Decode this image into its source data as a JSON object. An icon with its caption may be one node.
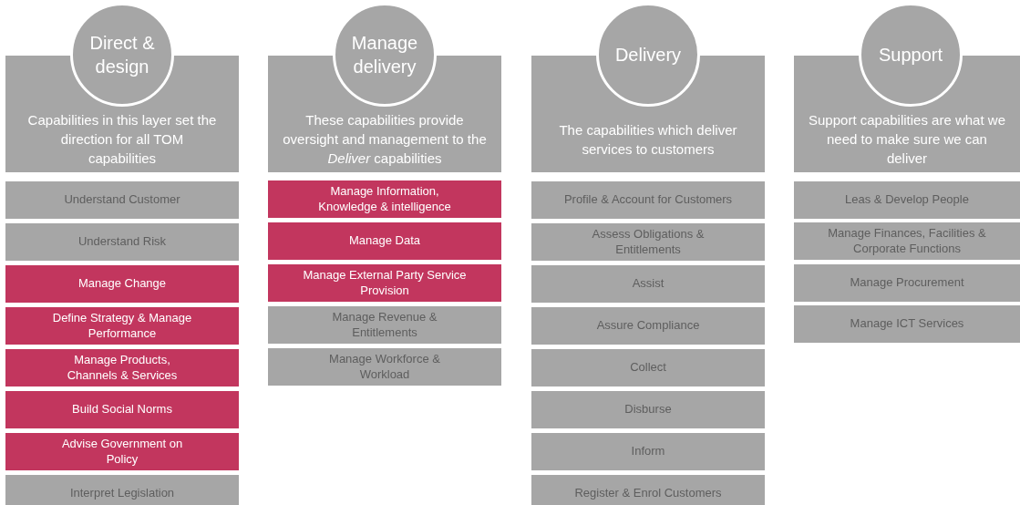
{
  "diagram": {
    "nodes": [
      {
        "text": [
          "Direct & design"
        ]
      },
      {
        "text": [
          "Capabilities in this layer set the direction for all TOM capabilities"
        ]
      },
      {
        "text": [
          "Understand Customer"
        ]
      },
      {
        "text": [
          "Understand Risk"
        ]
      },
      {
        "text": [
          "Manage Change"
        ]
      },
      {
        "text": [
          "Define Strategy & Manage Performance"
        ]
      },
      {
        "text": [
          "Manage Products, Channels & Services"
        ]
      },
      {
        "text": [
          "Build Social Norms"
        ]
      },
      {
        "text": [
          "Advise Government on Policy"
        ]
      },
      {
        "text": [
          "Interpret Legislation"
        ]
      },
      {
        "text": [
          "Manage delivery"
        ]
      },
      {
        "text": [
          "These capabilities provide oversight and management to the *Deliver* capabilities"
        ]
      },
      {
        "text": [
          "Manage Information, Knowledge & intelligence"
        ]
      },
      {
        "text": [
          "Manage Data"
        ]
      },
      {
        "text": [
          "Manage External Party Service Provision"
        ]
      },
      {
        "text": [
          "Manage Revenue & Entitlements"
        ]
      },
      {
        "text": [
          "Manage Workforce & Workload"
        ]
      },
      {
        "text": [
          "Delivery"
        ]
      },
      {
        "text": [
          "The capabilities which deliver services to customers"
        ]
      },
      {
        "text": [
          "Profile & Account for Customers"
        ]
      },
      {
        "text": [
          "Assess Obligations & Entitlements"
        ]
      },
      {
        "text": [
          "Assist"
        ]
      },
      {
        "text": [
          "Assure Compliance"
        ]
      },
      {
        "text": [
          "Collect"
        ]
      },
      {
        "text": [
          "Disburse"
        ]
      },
      {
        "text": [
          "Inform"
        ]
      },
      {
        "text": [
          "Register & Enrol Customers"
        ]
      },
      {
        "text": [
          "Support"
        ]
      },
      {
        "text": [
          "Support capabilities are what we need to make sure we can deliver"
        ]
      },
      {
        "text": [
          "Leas & Develop People"
        ]
      },
      {
        "text": [
          "Manage Finances, Facilities & Corporate Functions"
        ]
      },
      {
        "text": [
          "Manage Procurement"
        ]
      },
      {
        "text": [
          "Manage ICT Services"
        ]
      }
    ]
  }
}
